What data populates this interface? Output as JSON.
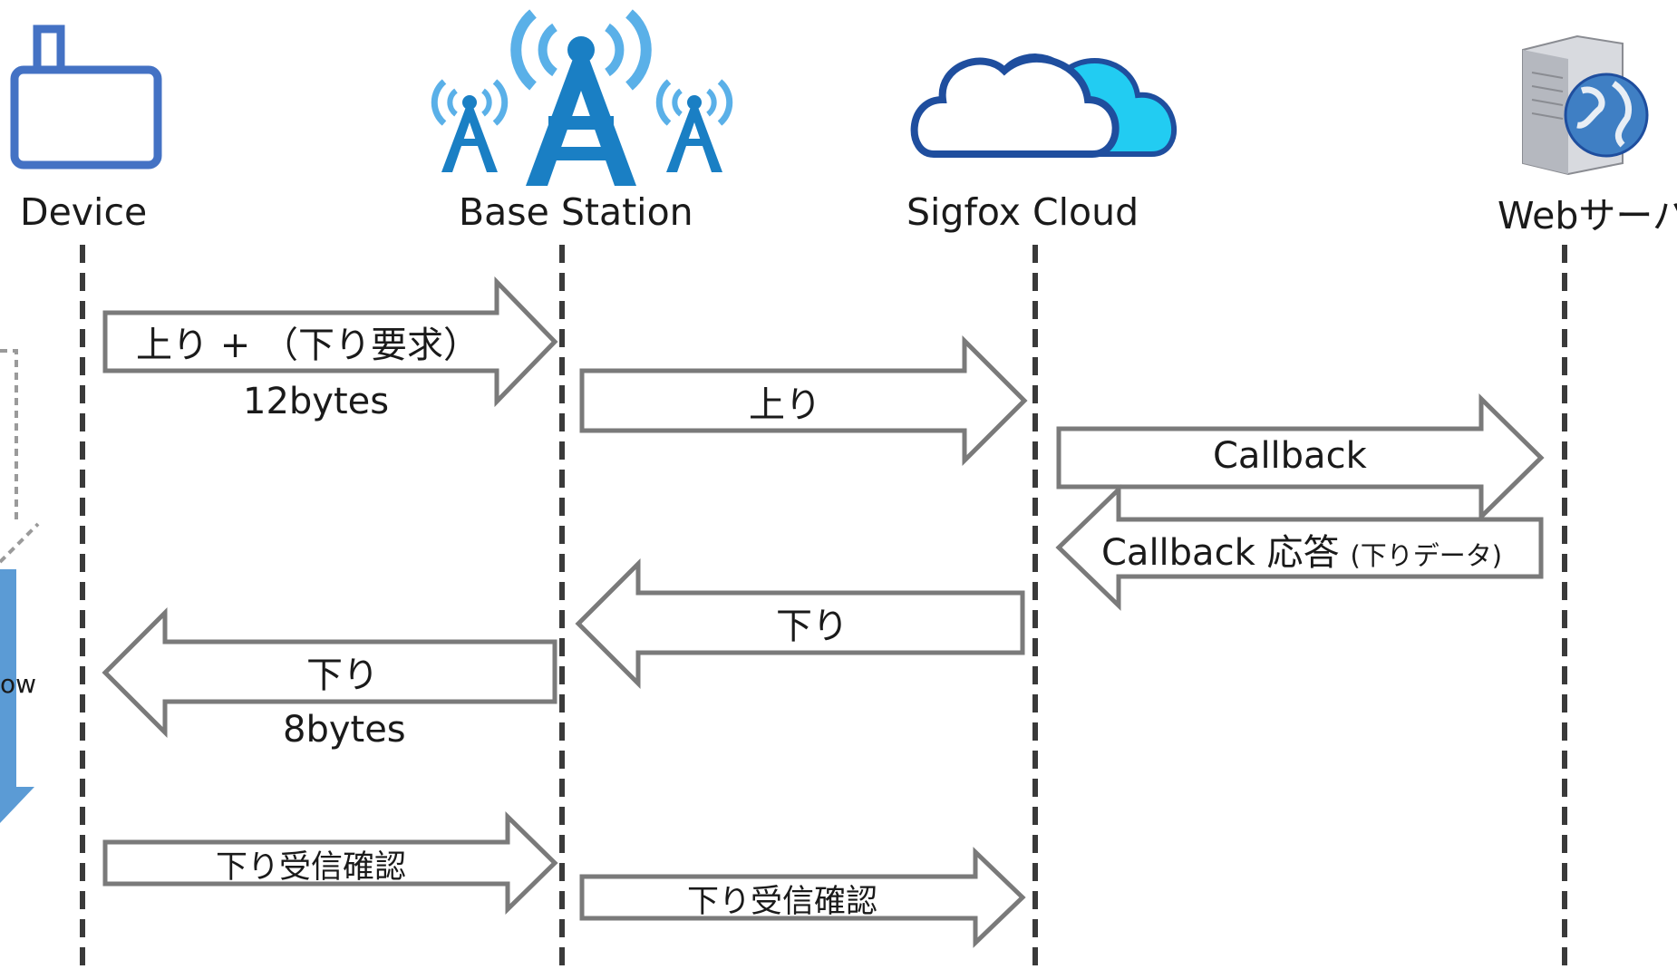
{
  "actors": {
    "device": "Device",
    "base_station": "Base Station",
    "sigfox_cloud": "Sigfox Cloud",
    "web_server": "Webサーバ"
  },
  "messages": {
    "uplink_request": {
      "label": "上り + （下り要求）",
      "size": "12bytes"
    },
    "uplink_relay": {
      "label": "上り"
    },
    "callback": {
      "label": "Callback"
    },
    "callback_response": {
      "label": "Callback 応答",
      "sub": "(下りデータ)"
    },
    "downlink_cloud": {
      "label": "下り"
    },
    "downlink_device": {
      "label": "下り",
      "size": "8bytes"
    },
    "ack_device": {
      "label": "下り受信確認"
    },
    "ack_station": {
      "label": "下り受信確認"
    }
  },
  "side_note": {
    "text": "ow"
  },
  "colors": {
    "device_icon": "#4472c4",
    "tower": "#1a7fc4",
    "waves": "#5ab0e8",
    "cloud_outline": "#1f4e9e",
    "cloud_fill": "#22ccf2",
    "arrow_stroke": "#7a7a7a",
    "lifeline": "#3a3a3a",
    "flow_arrow": "#5b9bd5"
  }
}
